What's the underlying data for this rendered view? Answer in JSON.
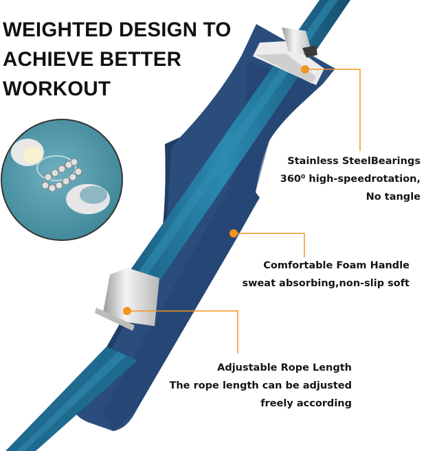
{
  "headline": {
    "lines": [
      "WEIGHTED DESIGN TO",
      "ACHIEVE BETTER",
      "WORKOUT"
    ]
  },
  "callouts": [
    {
      "lines": [
        "Stainless SteelBearings",
        "360⁰ high-speedrotation,",
        "No tangle"
      ]
    },
    {
      "lines": [
        "Comfortable Foam Handle",
        "sweat absorbing,non-slip soft"
      ]
    },
    {
      "lines": [
        "Adjustable Rope Length",
        "The rope length can be adjusted",
        "freely according"
      ]
    }
  ],
  "colors": {
    "handle": "#2a4d7c",
    "handle_dark": "#1f3d66",
    "rope": "#1f6a8f",
    "rope_highlight": "#2f8db0",
    "accent": "#f39321",
    "bearing_bg": "#4f97a9",
    "metal": "#dcdcdc"
  },
  "icons": [
    "bearing-detail-inset",
    "callout-dot-icon"
  ]
}
